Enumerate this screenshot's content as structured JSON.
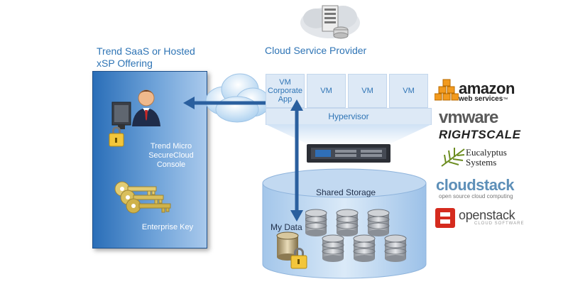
{
  "provider": {
    "title": "Cloud Service Provider"
  },
  "saas": {
    "title_line1": "Trend SaaS or Hosted",
    "title_line2": "xSP Offering",
    "console_line1": "Trend Micro",
    "console_line2": "SecureCloud",
    "console_line3": "Console",
    "key_label": "Enterprise Key"
  },
  "vms": {
    "corporate_line1": "VM",
    "corporate_line2": "Corporate",
    "corporate_line3": "App",
    "vm2": "VM",
    "vm3": "VM",
    "vm4": "VM"
  },
  "hypervisor": "Hypervisor",
  "storage": {
    "title": "Shared Storage",
    "mydata": "My Data"
  },
  "vendors": {
    "amazon_main": "amazon",
    "amazon_sub": "web services",
    "amazon_tm": "™",
    "vmware": "vmware",
    "rightscale": "RIGHTSCALE",
    "eucalyptus_line1": "Eucalyptus",
    "eucalyptus_line2": "Systems",
    "cloudstack_main": "cloudstack",
    "cloudstack_sub": "open source cloud computing",
    "openstack_main": "openstack",
    "openstack_sub": "CLOUD SOFTWARE"
  },
  "colors": {
    "accent_blue": "#2e74b5",
    "panel_blue": "#3f7fc6",
    "amazon_orange": "#f29a1e",
    "openstack_red": "#d52b1e"
  }
}
